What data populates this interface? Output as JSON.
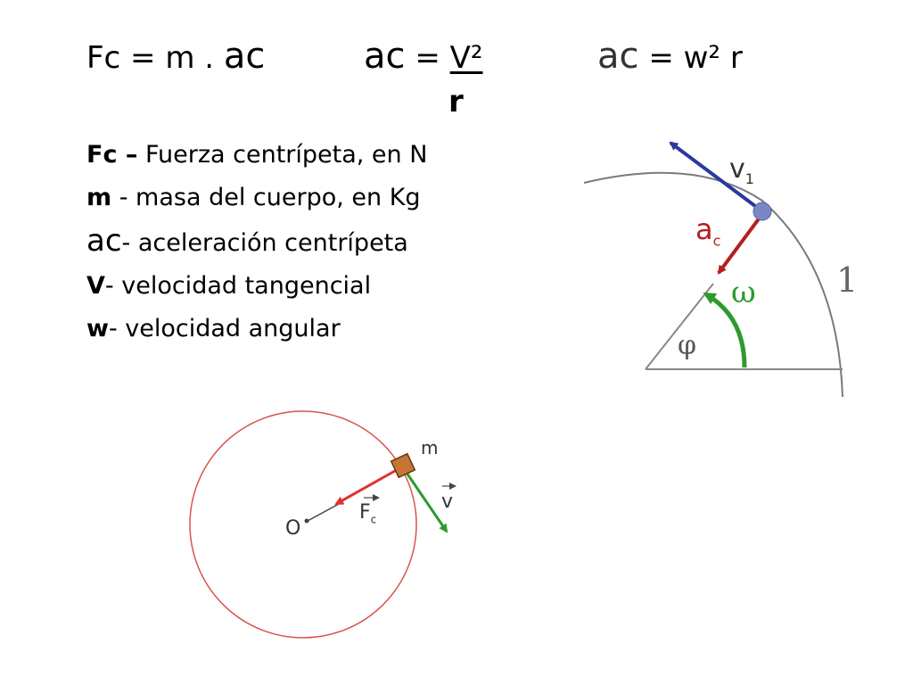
{
  "formulas": {
    "f1_left": "Fc = m . ",
    "f1_ac": "ac",
    "f2_ac": "ac",
    "f2_mid": " = ",
    "f2_num": "V²",
    "f2_den": "r",
    "f3_ac": "ac",
    "f3_eq": " = ",
    "f3_rest": "w² r"
  },
  "definitions": [
    {
      "sym": "Fc –",
      "text": " Fuerza centrípeta, en N"
    },
    {
      "sym": "m",
      "text": " - masa del cuerpo, en Kg"
    },
    {
      "sym": "ac",
      "text": "- aceleración centrípeta"
    },
    {
      "sym": "V",
      "text": "- velocidad tangencial"
    },
    {
      "sym": "w",
      "text": "- velocidad angular"
    }
  ],
  "diagram1": {
    "v_label": "v",
    "v_sub": "1",
    "ac_label": "a",
    "ac_sub": "c",
    "omega": "ω",
    "phi": "φ",
    "arc_number": "1",
    "colors": {
      "velocity": "#2a3a9a",
      "acceleration": "#b3201f",
      "omega": "#2e9a2e",
      "arc": "#7a7a7a"
    }
  },
  "diagram2": {
    "mass_label": "m",
    "center_label": "O",
    "force_label": "F",
    "force_sub": "c",
    "velocity_label": "v",
    "colors": {
      "circle": "#d9534f",
      "force": "#e03030",
      "velocity": "#2e9a2e",
      "mass": "#b5652a"
    }
  }
}
